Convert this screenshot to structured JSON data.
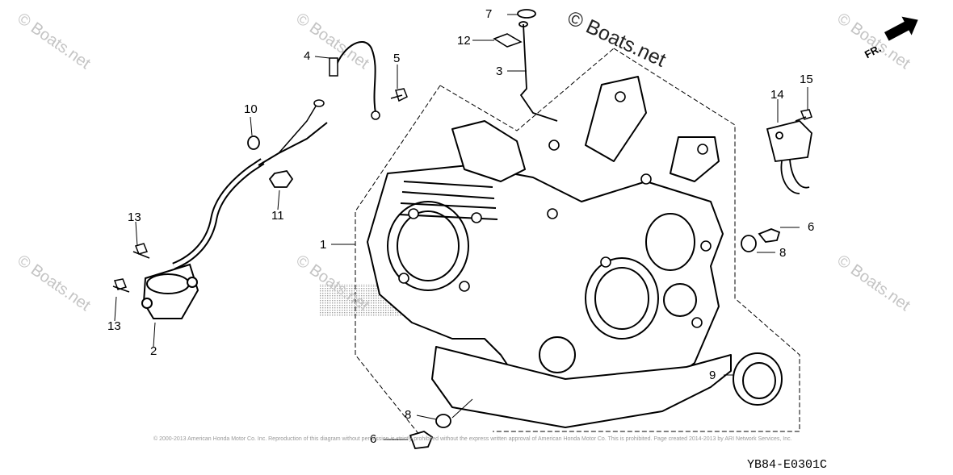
{
  "watermark": {
    "short": "© Boats.net",
    "main": "© Boats.net"
  },
  "direction_label": "FR.",
  "callouts": {
    "c1": "1",
    "c2": "2",
    "c3": "3",
    "c4": "4",
    "c5": "5",
    "c6a": "6",
    "c6b": "6",
    "c7": "7",
    "c8a": "8",
    "c8b": "8",
    "c9": "9",
    "c10": "10",
    "c11": "11",
    "c12": "12",
    "c13a": "13",
    "c13b": "13",
    "c14": "14",
    "c15": "15"
  },
  "copyright_line": "© 2000-2013 American Honda Motor Co. Inc. Reproduction of this diagram without permission is strictly prohibited without the express written approval of American Honda Motor Co. This is prohibited. Page created 2014-2013 by ARI Network Services, Inc.",
  "diagram_code": "YB84-E0301C"
}
